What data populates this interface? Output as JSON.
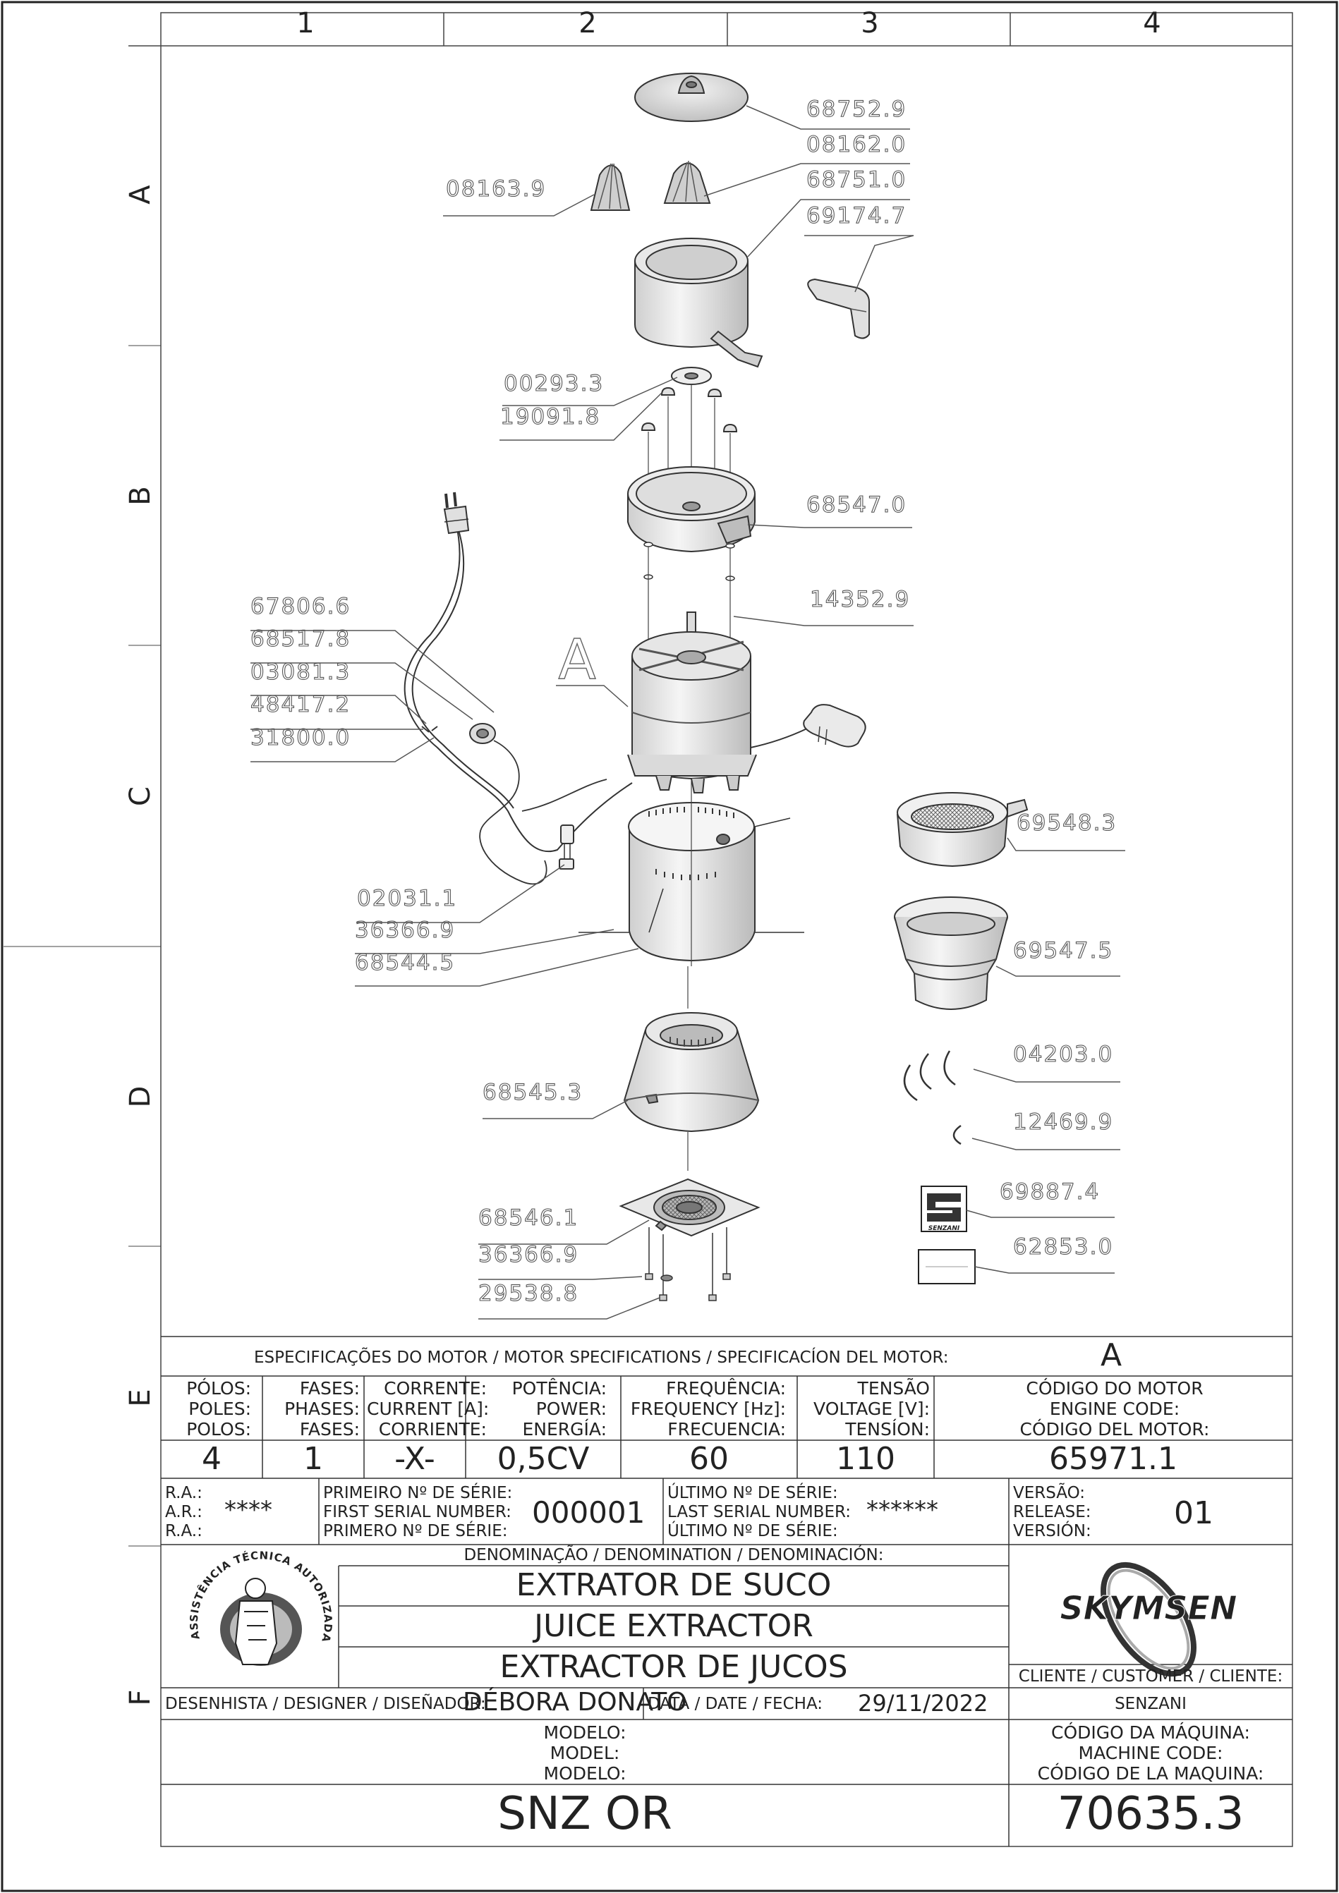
{
  "grid": {
    "columns": [
      "1",
      "2",
      "3",
      "4"
    ],
    "rows": [
      "A",
      "B",
      "C",
      "D",
      "E",
      "F"
    ]
  },
  "callouts": [
    {
      "id": "c1",
      "label": "68752.9"
    },
    {
      "id": "c2",
      "label": "08162.0"
    },
    {
      "id": "c3",
      "label": "68751.0"
    },
    {
      "id": "c4",
      "label": "69174.7"
    },
    {
      "id": "c5",
      "label": "08163.9"
    },
    {
      "id": "c6",
      "label": "00293.3"
    },
    {
      "id": "c7",
      "label": "19091.8"
    },
    {
      "id": "c8",
      "label": "68547.0"
    },
    {
      "id": "c9",
      "label": "14352.9"
    },
    {
      "id": "c10",
      "label": "67806.6"
    },
    {
      "id": "c11",
      "label": "68517.8"
    },
    {
      "id": "c12",
      "label": "03081.3"
    },
    {
      "id": "c13",
      "label": "48417.2"
    },
    {
      "id": "c14",
      "label": "31800.0"
    },
    {
      "id": "c15",
      "label": "69548.3"
    },
    {
      "id": "c16",
      "label": "02031.1"
    },
    {
      "id": "c17",
      "label": "36366.9"
    },
    {
      "id": "c18",
      "label": "68544.5"
    },
    {
      "id": "c19",
      "label": "69547.5"
    },
    {
      "id": "c20",
      "label": "04203.0"
    },
    {
      "id": "c21",
      "label": "68545.3"
    },
    {
      "id": "c22",
      "label": "12469.9"
    },
    {
      "id": "c23",
      "label": "69887.4"
    },
    {
      "id": "c24",
      "label": "68546.1"
    },
    {
      "id": "c25",
      "label": "62853.0"
    },
    {
      "id": "c26",
      "label": "36366.9"
    },
    {
      "id": "c27",
      "label": "29538.8"
    }
  ],
  "motor_callout": "A",
  "badge_text": "SENZANI",
  "title_block": {
    "spec_header": "ESPECIFICAÇÕES DO MOTOR / MOTOR SPECIFICATIONS / SPECIFICACÍON DEL MOTOR:",
    "spec_motor": "A",
    "poles": {
      "l1": "PÓLOS:",
      "l2": "POLES:",
      "l3": "POLOS:",
      "value": "4"
    },
    "phases": {
      "l1": "FASES:",
      "l2": "PHASES:",
      "l3": "FASES:",
      "value": "1"
    },
    "current": {
      "l1": "CORRENTE:",
      "l2": "CURRENT [A]:",
      "l3": "CORRIENTE:",
      "value": "-X-"
    },
    "power": {
      "l1": "POTÊNCIA:",
      "l2": "POWER:",
      "l3": "ENERGÍA:",
      "value": "0,5CV"
    },
    "frequency": {
      "l1": "FREQUÊNCIA:",
      "l2": "FREQUENCY [Hz]:",
      "l3": "FRECUENCIA:",
      "value": "60"
    },
    "voltage": {
      "l1": "TENSÃO",
      "l2": "VOLTAGE [V]:",
      "l3": "TENSÍON:",
      "value": "110"
    },
    "engine_code": {
      "l1": "CÓDIGO DO MOTOR",
      "l2": "ENGINE CODE:",
      "l3": "CÓDIGO DEL MOTOR:",
      "value": "65971.1"
    },
    "ra": {
      "l1": "R.A.:",
      "l2": "A.R.:",
      "l3": "R.A.:",
      "value": "****"
    },
    "first_serial": {
      "l1": "PRIMEIRO Nº DE SÉRIE:",
      "l2": "FIRST SERIAL NUMBER:",
      "l3": "PRIMERO Nº DE SÉRIE:",
      "value": "000001"
    },
    "last_serial": {
      "l1": "ÚLTIMO Nº DE SÉRIE:",
      "l2": "LAST SERIAL NUMBER:",
      "l3": "ÚLTIMO Nº DE SÉRIE:",
      "value": "******"
    },
    "release": {
      "l1": "VERSÃO:",
      "l2": "RELEASE:",
      "l3": "VERSIÓN:",
      "value": "01"
    },
    "denomination_header": "DENOMINAÇÃO / DENOMINATION / DENOMINACIÓN:",
    "denomination": [
      "EXTRATOR DE SUCO",
      "JUICE EXTRACTOR",
      "EXTRACTOR DE JUCOS"
    ],
    "seal_text": "ASSISTÊNCIA TÉCNICA AUTORIZADA",
    "brand": "SKYMSEN",
    "client_label": "CLIENTE / CUSTOMER / CLIENTE:",
    "client_value": "SENZANI",
    "designer_label": "DESENHISTA / DESIGNER / DISEÑADOR:",
    "designer_value": "DÉBORA DONATO",
    "date_label": "DATA / DATE / FECHA:",
    "date_value": "29/11/2022",
    "model": {
      "l1": "MODELO:",
      "l2": "MODEL:",
      "l3": "MODELO:",
      "value": "SNZ OR"
    },
    "machine_code": {
      "l1": "CÓDIGO DA MÁQUINA:",
      "l2": "MACHINE CODE:",
      "l3": "CÓDIGO DE LA MAQUINA:",
      "value": "70635.3"
    }
  }
}
